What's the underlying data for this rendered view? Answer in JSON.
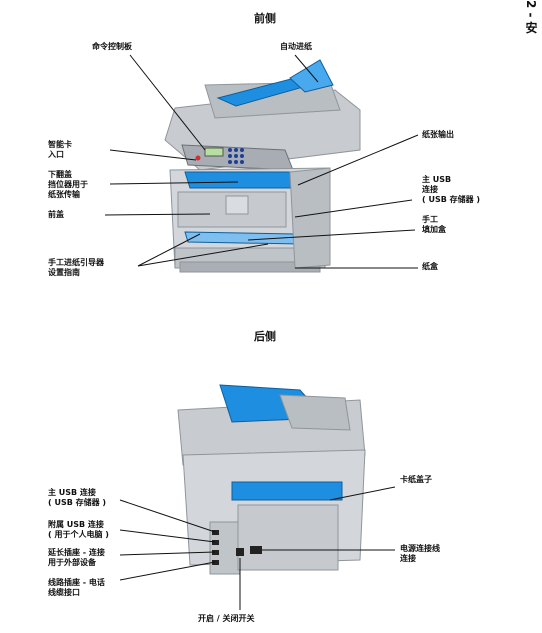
{
  "side_tab": "2 - 安",
  "front": {
    "title": "前侧",
    "labels": {
      "command_panel": "命令控制板",
      "auto_feeder": "自动进纸",
      "smart_card": "智能卡\n入口",
      "lower_flap": "下翻盖\n挡位器用于\n纸张传输",
      "front_cover": "前盖",
      "paper_output": "纸张输出",
      "usb_main": "主 USB\n连接\n( USB 存储器 )",
      "manual_feed": "手工\n填加盒",
      "manual_guide": "手工进纸引导器\n设置指南",
      "paper_tray": "纸盒"
    }
  },
  "back": {
    "title": "后侧",
    "labels": {
      "usb_main": "主 USB 连接\n( USB 存储器 )",
      "usb_pc": "附属 USB 连接\n( 用于个人电脑 )",
      "ext_socket": "延长插座 - 连接\n用于外部设备",
      "line_socket": "线路插座 - 电话\n线缆接口",
      "paper_jam_cover": "卡纸盖子",
      "power": "电源连接线\n连接",
      "switch": "开启 / 关闭开关"
    }
  },
  "colors": {
    "printer_body": "#c8ccd0",
    "printer_dark": "#8f959b",
    "accent_blue": "#1e8fe0"
  }
}
